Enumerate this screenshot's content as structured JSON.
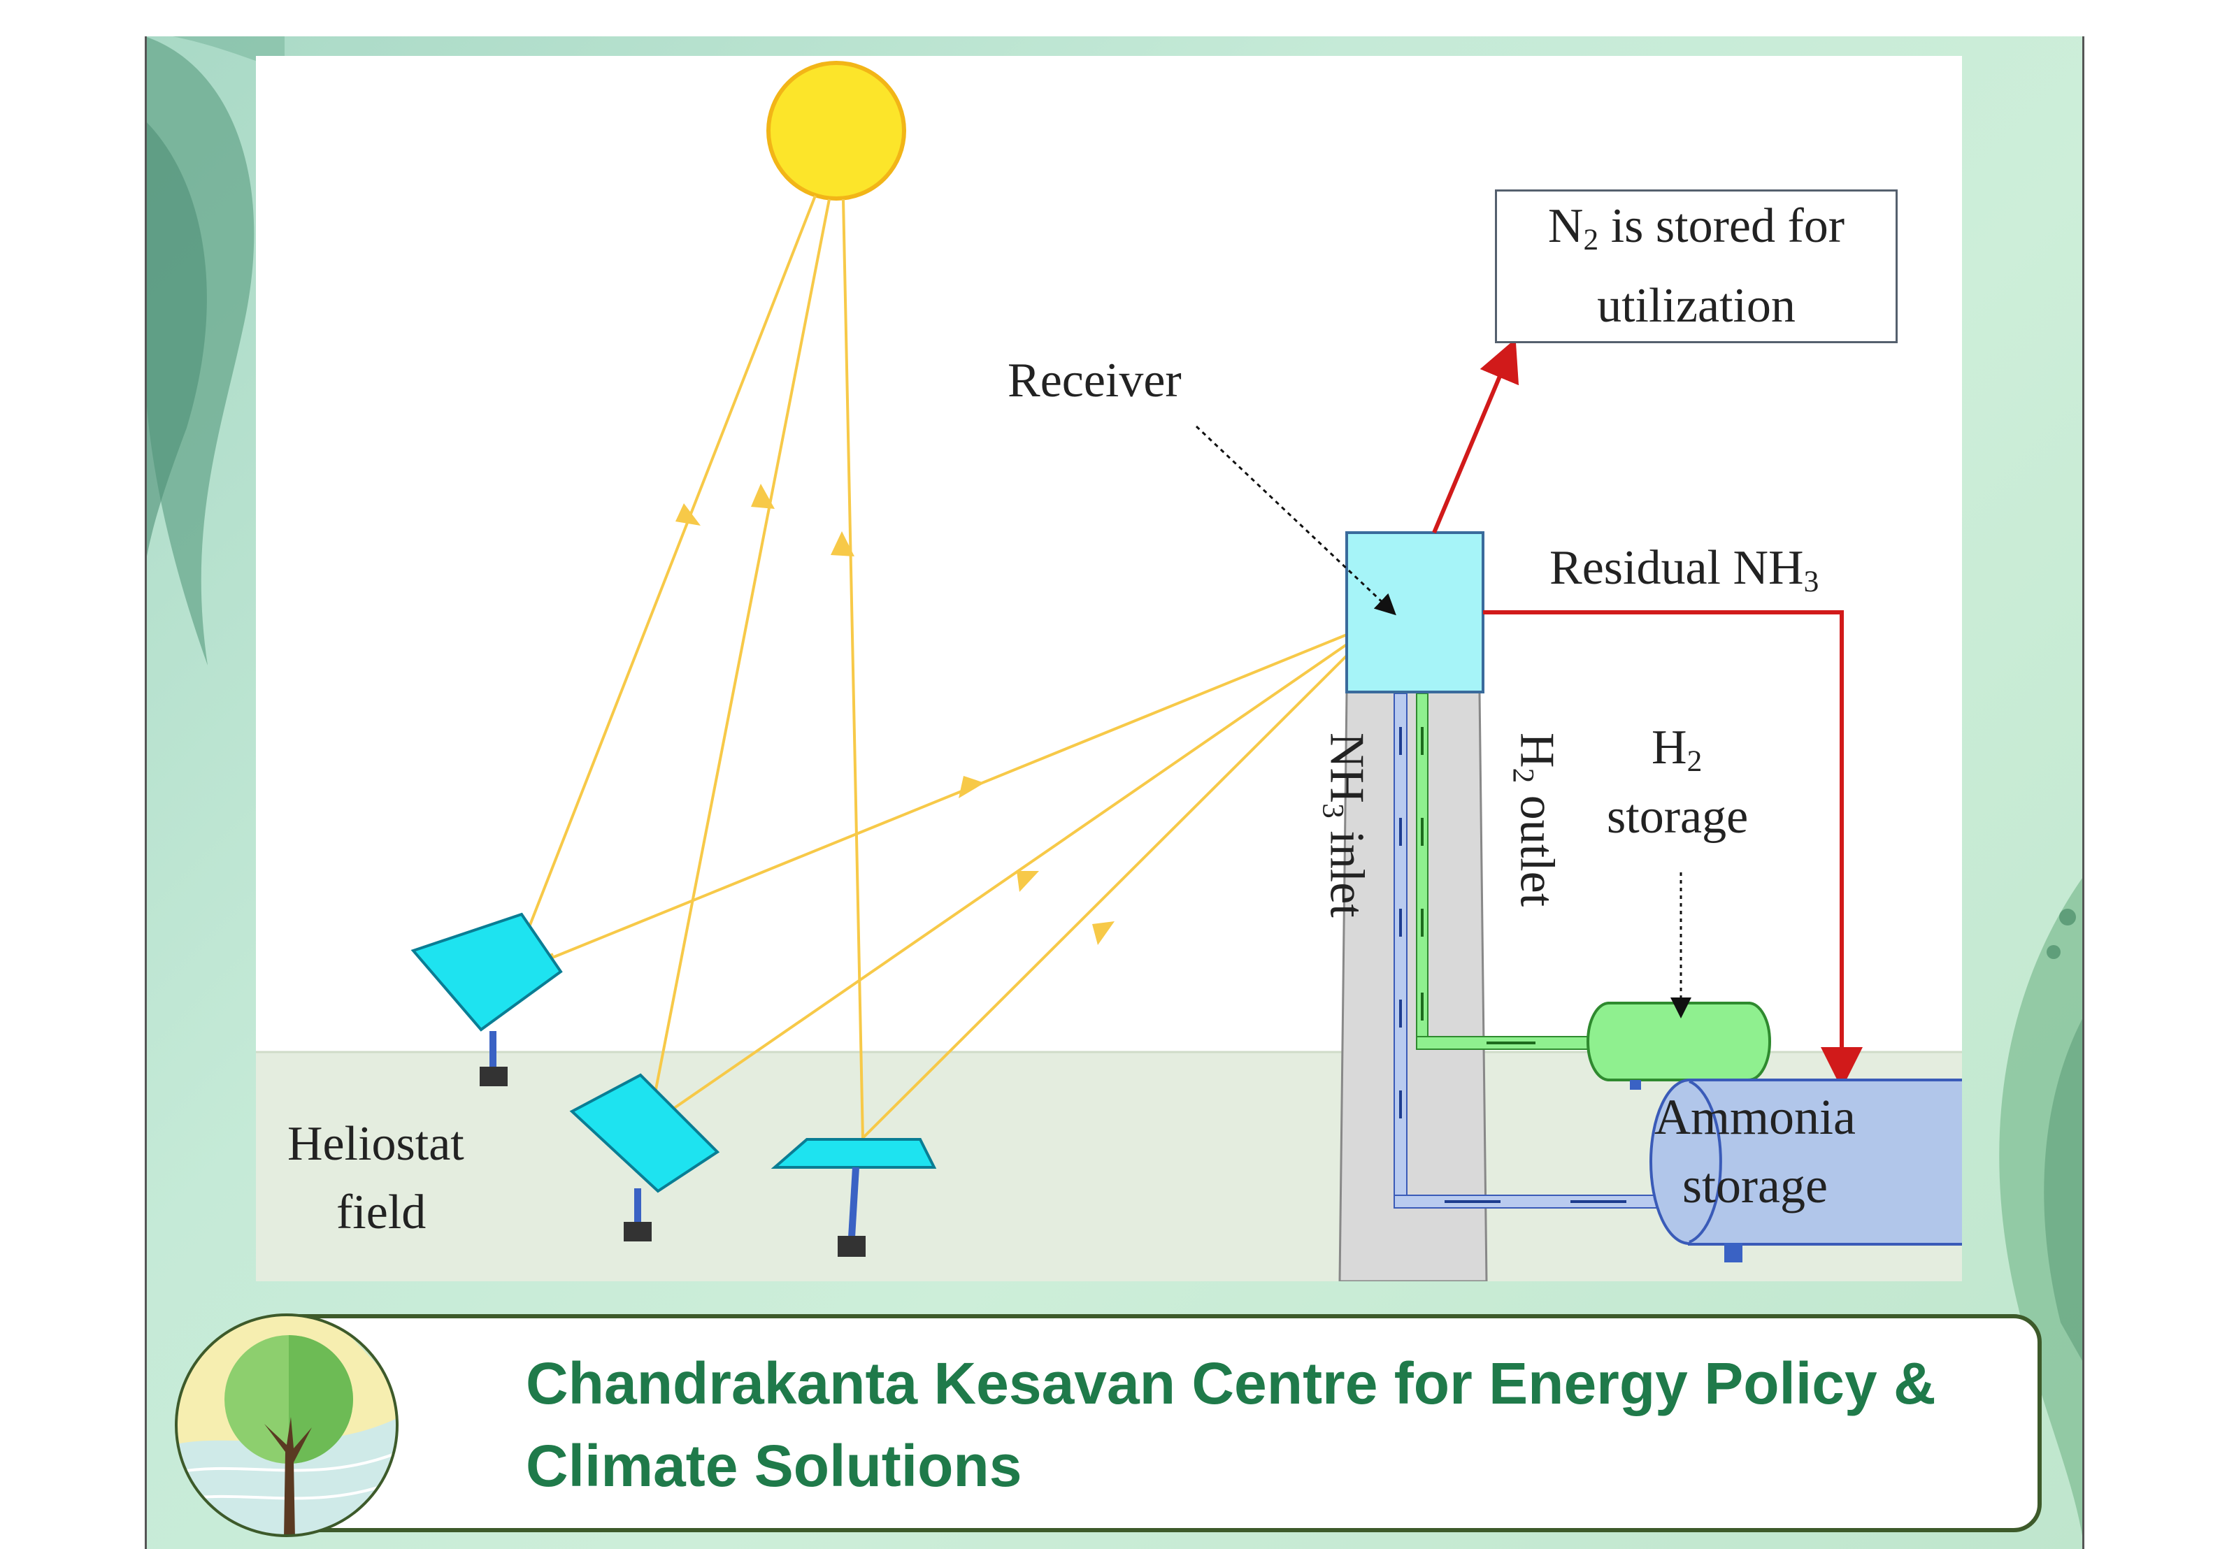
{
  "diagram": {
    "labels": {
      "receiver": "Receiver",
      "n2_stored_line1": "N",
      "n2_stored_sub": "2",
      "n2_stored_rest": " is stored for",
      "n2_stored_line2": "utilization",
      "residual_nh3": "Residual NH",
      "residual_nh3_sub": "3",
      "h2": "H",
      "h2_sub": "2",
      "h2_storage": "storage",
      "ammonia": "Ammonia",
      "ammonia_storage": "storage",
      "heliostat": "Heliostat",
      "heliostat_field": "field",
      "nh3_inlet_main": "NH",
      "nh3_inlet_sub": "3",
      "nh3_inlet_rest": " inlet",
      "h2_outlet_main": "H",
      "h2_outlet_sub": "2",
      "h2_outlet_rest": " outlet"
    },
    "colors": {
      "sun": "#fce52a",
      "sun_outline": "#f2b517",
      "rays": "#f7c948",
      "heliostat": "#1ee3f0",
      "receiver": "#a6f4f8",
      "residual_arrow": "#d11a1a",
      "h2_pipe": "#8ff08f",
      "ammonia_tank": "#b1c6ea",
      "tower": "#d9d9d9",
      "ground": "#e4eddf"
    }
  },
  "banner": {
    "title": "Chandrakanta Kesavan Centre for Energy Policy & Climate Solutions"
  },
  "logo": {
    "icon": "tree-icon"
  }
}
